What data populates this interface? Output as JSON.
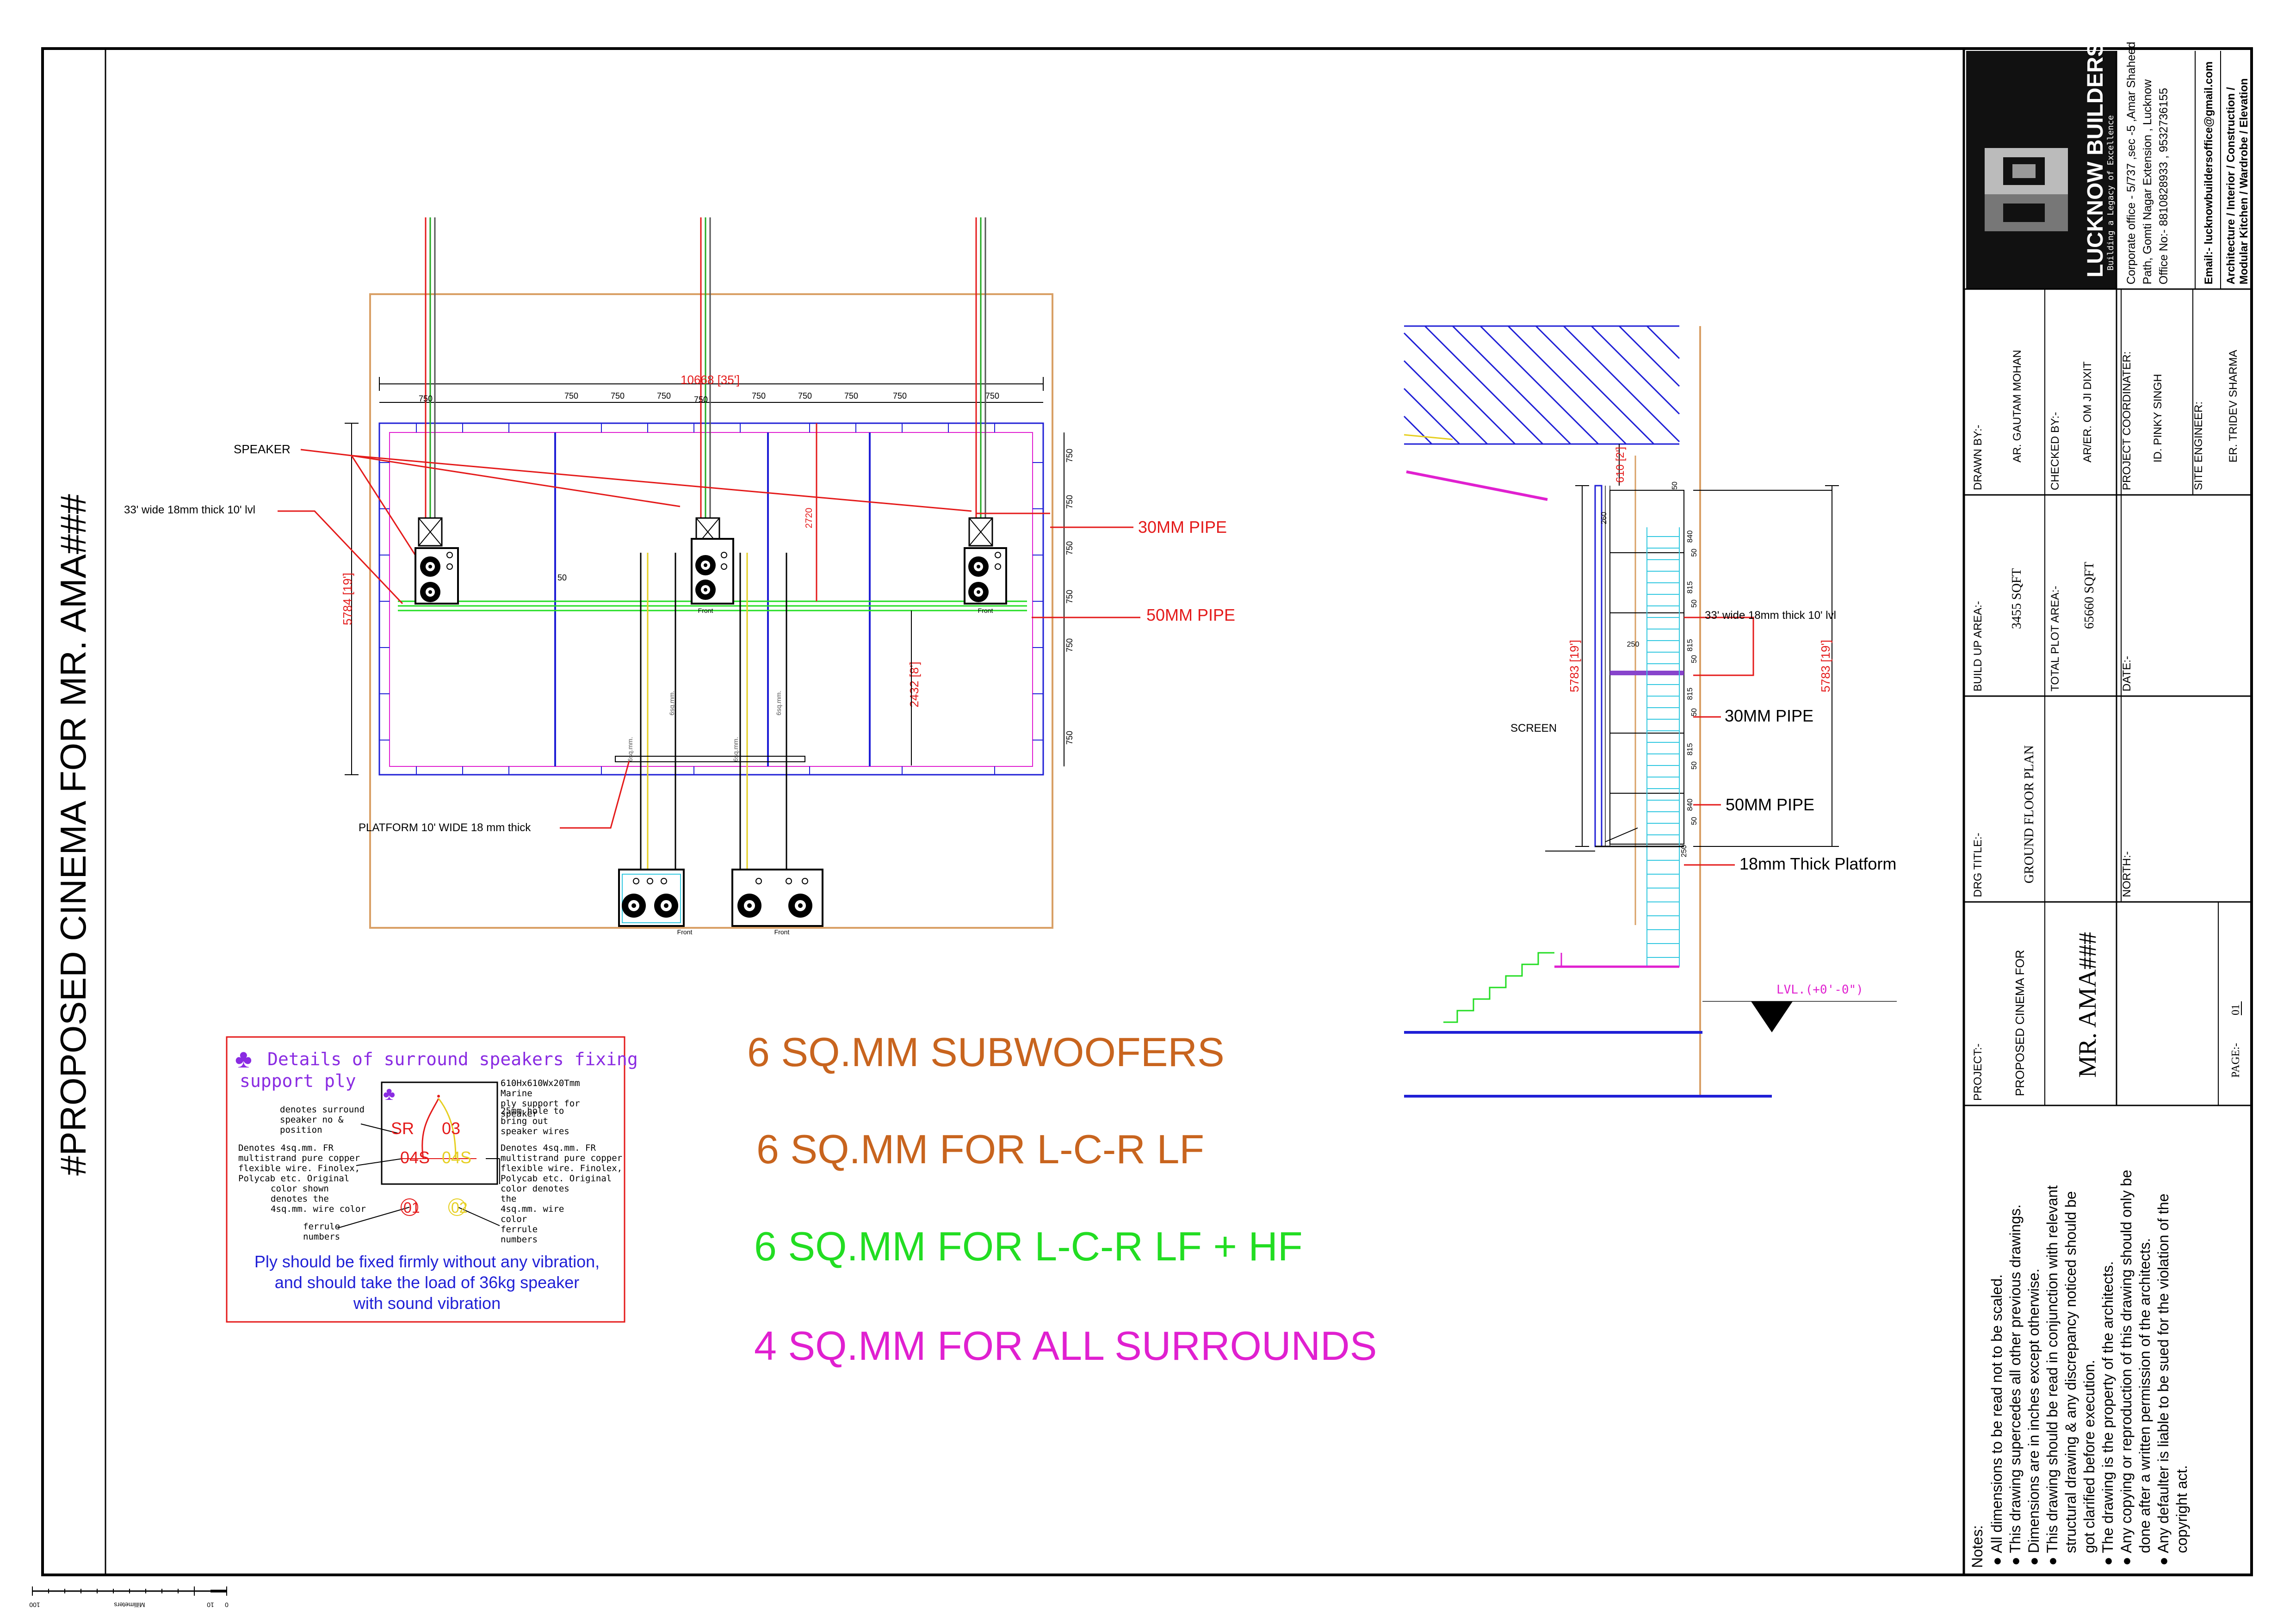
{
  "sheet_title": "#PROPOSED CINEMA FOR MR. AMA###",
  "plan": {
    "overall_width": "10668 [35']",
    "room_depth": "5784 [19']",
    "bay_dims": [
      "750",
      "750",
      "750",
      "750",
      "750",
      "750",
      "750",
      "750",
      "750",
      "750"
    ],
    "side_dims": [
      "750",
      "750",
      "750",
      "750",
      "750",
      "750"
    ],
    "height_2720": "2720",
    "height_2432": "2432 [8']",
    "dim_50": "50",
    "speaker_label": "SPEAKER",
    "ply_label": "33' wide 18mm thick 10' lvl",
    "platform_label": "PLATFORM 10' WIDE 18 mm thick",
    "pipe_30": "30MM PIPE",
    "pipe_50": "50MM PIPE",
    "front": "Front",
    "wire_tag": "6sq.mm."
  },
  "section": {
    "screen_label": "SCREEN",
    "ply_label": "33' wide 18mm thick 10' lvl",
    "pipe_30": "30MM PIPE",
    "pipe_50": "50MM PIPE",
    "platform_label": "18mm Thick Platform",
    "height_left": "5783 [19']",
    "height_right": "5783 [19']",
    "top_dim": "610 [2']",
    "dims": [
      "840",
      "815",
      "815",
      "815",
      "815",
      "840"
    ],
    "small_dims": [
      "50",
      "50",
      "50",
      "50",
      "50",
      "50",
      "50"
    ],
    "dim_250a": "250",
    "dim_250b": "250",
    "dim_260": "260",
    "level": "LVL.(+0'-0\")"
  },
  "legend": {
    "sub": "6 SQ.MM SUBWOOFERS",
    "lcr_lf": "6 SQ.MM FOR L-C-R LF",
    "lcr_lfhf": "6 SQ.MM FOR L-C-R LF + HF",
    "surrounds": "4 SQ.MM FOR ALL SURROUNDS"
  },
  "details": {
    "title_line1": "Details of surround speakers fixing",
    "title_line2": "support ply",
    "ply_spec": [
      "610Hx610Wx20Tmm",
      "Marine",
      "ply support for",
      "speaker"
    ],
    "hole_note": [
      "25mm hole to",
      "bring out",
      "speaker wires"
    ],
    "denotes_surround": [
      "denotes surround",
      "speaker no &",
      "position"
    ],
    "wire_note_left": [
      "Denotes 4sq.mm. FR",
      "multistrand pure copper",
      "flexible wire. Finolex,",
      "Polycab etc. Original",
      "color shown",
      "denotes the",
      "4sq.mm. wire color"
    ],
    "wire_note_right": [
      "Denotes 4sq.mm. FR",
      "multistrand pure copper",
      "flexible wire. Finolex,",
      "Polycab etc. Original",
      "color denotes",
      "the",
      "4sq.mm. wire",
      "color"
    ],
    "ferrule_left": [
      "ferrule",
      "numbers"
    ],
    "ferrule_right": [
      "ferrule",
      "numbers"
    ],
    "sr": "SR",
    "num03": "03",
    "w04s_a": "04S",
    "w04s_b": "04S",
    "f01": "01",
    "f02": "02",
    "note": [
      "Ply should be fixed firmly without any vibration,",
      "and should take the load of 36kg speaker",
      "with sound vibration"
    ]
  },
  "title_block": {
    "company": "LUCKNOW BUILDERS",
    "tagline": "Building a Legacy of Excellence",
    "office": [
      "Corporate office - 5/737 ,sec -5 ,Amar Shaheed",
      "Path, Gomti Nagar Extension , Lucknow",
      "Office No:- 8810828933 , 9532736155"
    ],
    "email": "Email:-  lucknowbuildersoffice@gmail.com",
    "services": [
      "Architecture / Interior / Construction /",
      "Modular Kitchen / Wardrobe / Elevation"
    ],
    "drawn_by_label": "DRAWN BY:-",
    "drawn_by": "AR. GAUTAM MOHAN",
    "checked_by_label": "CHECKED BY:-",
    "checked_by": "AR/ER. OM JI DIXIT",
    "coordinator_label": "PROJECT COORDINATER:",
    "coordinator": "ID. PINKY SINGH",
    "site_engineer_label": "SITE ENGINEER:",
    "site_engineer": "ER. TRIDEV SHARMA",
    "built_up_label": "BUILD UP AREA:-",
    "built_up": "3455 SQFT",
    "plot_label": "TOTAL PLOT AREA:-",
    "plot": "65660 SQFT",
    "date_label": "DATE:-",
    "drg_title_label": "DRG TITLE:-",
    "drg_title": "GROUND FLOOR PLAN",
    "north_label": "NORTH:-",
    "project_label": "PROJECT:-",
    "project_line1": "PROPOSED CINEMA FOR",
    "project_line2": "MR. AMA###",
    "page_label": "PAGE:-",
    "page": "01",
    "notes_label": "Notes:",
    "notes": [
      "All dimensions to be read not to be scaled.",
      "This drawing supercedes all other previous drawings.",
      "Dimensions are in inches except otherwise.",
      "This drawing should be read in conjunction with relevant",
      "structural drawing & any discrepancy noticed should be",
      "got clarified before execution.",
      "The drawing is the property of the architects.",
      "Any copying or reproduction of this drawing should only be",
      "done after a written permission of the architects.",
      "Any defaulter is liable to be sued for the violation of the",
      "copyright act."
    ]
  },
  "scale_bar": {
    "label": "Millimeters",
    "ticks": [
      "100",
      "10",
      "0"
    ]
  },
  "colors": {
    "red": "#e41a1a",
    "blue": "#1f1fd6",
    "orange": "#c8641e",
    "green": "#22dd22",
    "magenta": "#e020d0",
    "cyan": "#33c8e0",
    "wood": "#d9a066"
  }
}
